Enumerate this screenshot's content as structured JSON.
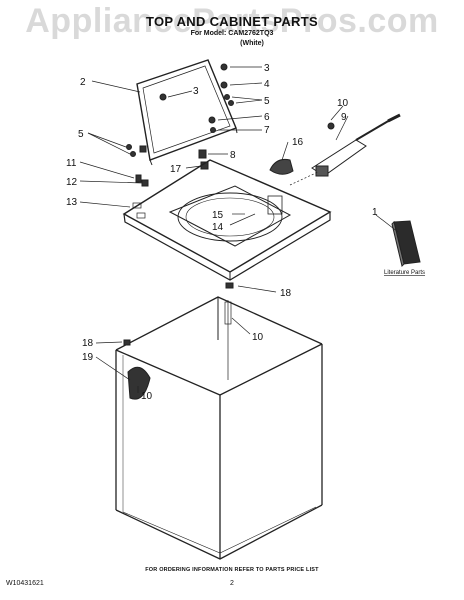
{
  "watermark": "AppliancePartsPros.com",
  "header": {
    "title": "TOP AND CABINET PARTS",
    "model_line": "For Model: CAM2762TQ3",
    "color_line": "(White)"
  },
  "callouts": {
    "c1": "1",
    "c2": "2",
    "c3a": "3",
    "c3b": "3",
    "c4": "4",
    "c5a": "5",
    "c5b": "5",
    "c6": "6",
    "c7": "7",
    "c8": "8",
    "c9": "9",
    "c10a": "10",
    "c10b": "10",
    "c10c": "10",
    "c11": "11",
    "c12": "12",
    "c13": "13",
    "c14": "14",
    "c15": "15",
    "c16": "16",
    "c17": "17",
    "c18a": "18",
    "c18b": "18",
    "c19": "19"
  },
  "literature_label": "Literature Parts",
  "footer": {
    "ordering_note": "FOR ORDERING INFORMATION REFER TO PARTS PRICE LIST",
    "doc_number": "W10431621",
    "page_number": "2"
  }
}
